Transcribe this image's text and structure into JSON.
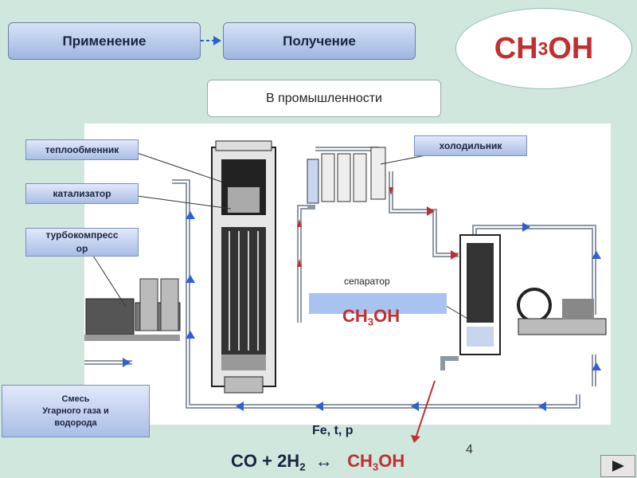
{
  "nav": {
    "application_label": "Применение",
    "production_label": "Получение",
    "industry_label": "В промышленности"
  },
  "formula": {
    "main": "CH",
    "sub": "3",
    "tail": "OH"
  },
  "labels": {
    "heat_exchanger": "теплообменник",
    "catalyst": "катализатор",
    "turbocompressor_line1": "турбокомпресс",
    "turbocompressor_line2": "ор",
    "cooler": "холодильник",
    "separator": "сепаратор"
  },
  "mixture": {
    "line1": "Смесь",
    "line2": "Угарного газа  и",
    "line3": "водорода"
  },
  "reaction": {
    "conditions": "Fe, t, p",
    "lhs_a": "CO + 2H",
    "lhs_sub": "2",
    "arrow": "↔",
    "product_main": "CH",
    "product_sub": "3",
    "product_tail": "OH"
  },
  "page_number": "4",
  "colors": {
    "accent": "#c0302f",
    "pipe": "#9aa6b2",
    "arrow": "#2f5fd6"
  }
}
